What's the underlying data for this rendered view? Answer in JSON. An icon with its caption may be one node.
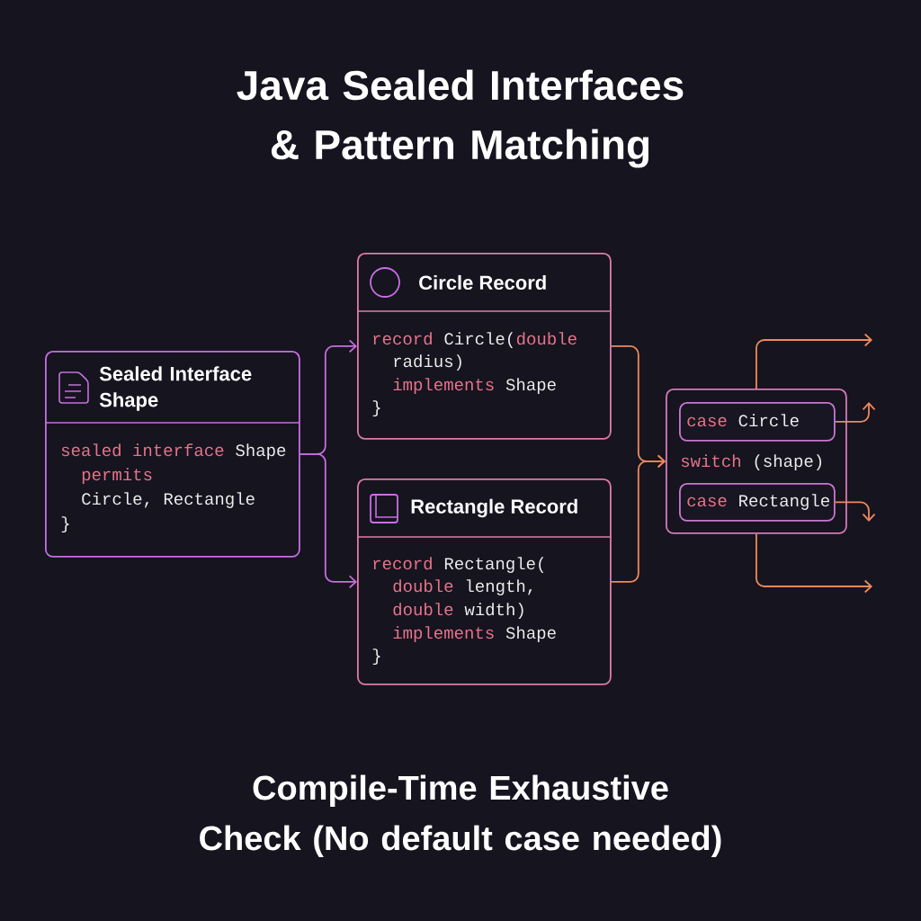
{
  "diagram": {
    "title": "Java Sealed Interfaces & Pattern Matching",
    "caption": "Compile-Time Exhaustive Check (No default case needed)",
    "nodes": [
      {
        "text": [
          "Sealed Interface Shape",
          "sealed interface",
          "Shape",
          "permits",
          "Circle, Rectangle",
          "}"
        ]
      },
      {
        "text": [
          "Circle Record",
          "record",
          "Circle(",
          "double",
          "radius)",
          "implements",
          "Shape",
          "}"
        ]
      },
      {
        "text": [
          "Rectangle Record",
          "record",
          "Rectangle(",
          "double",
          "length,",
          "double",
          "width)",
          "implements",
          "Shape",
          "}"
        ]
      },
      {
        "text": [
          "switch",
          "(shape)"
        ]
      },
      {
        "text": [
          "case",
          "Circle"
        ],
        "in": 3
      },
      {
        "text": [
          "case",
          "Rectangle"
        ],
        "in": 3
      }
    ],
    "edges": [
      {
        "from": 0,
        "to": 1,
        "arrow": "to",
        "color": "#c86ee0"
      },
      {
        "from": 0,
        "to": 2,
        "arrow": "to",
        "color": "#c86ee0"
      },
      {
        "from": 1,
        "to": 3,
        "arrow": "to"
      },
      {
        "from": 2,
        "to": 3,
        "arrow": "to"
      },
      {
        "from": 3,
        "to": null,
        "arrow": "to"
      },
      {
        "from": 4,
        "to": null,
        "arrow": "to"
      },
      {
        "from": 5,
        "to": null,
        "arrow": "to"
      },
      {
        "from": 3,
        "to": null,
        "arrow": "to"
      }
    ]
  }
}
